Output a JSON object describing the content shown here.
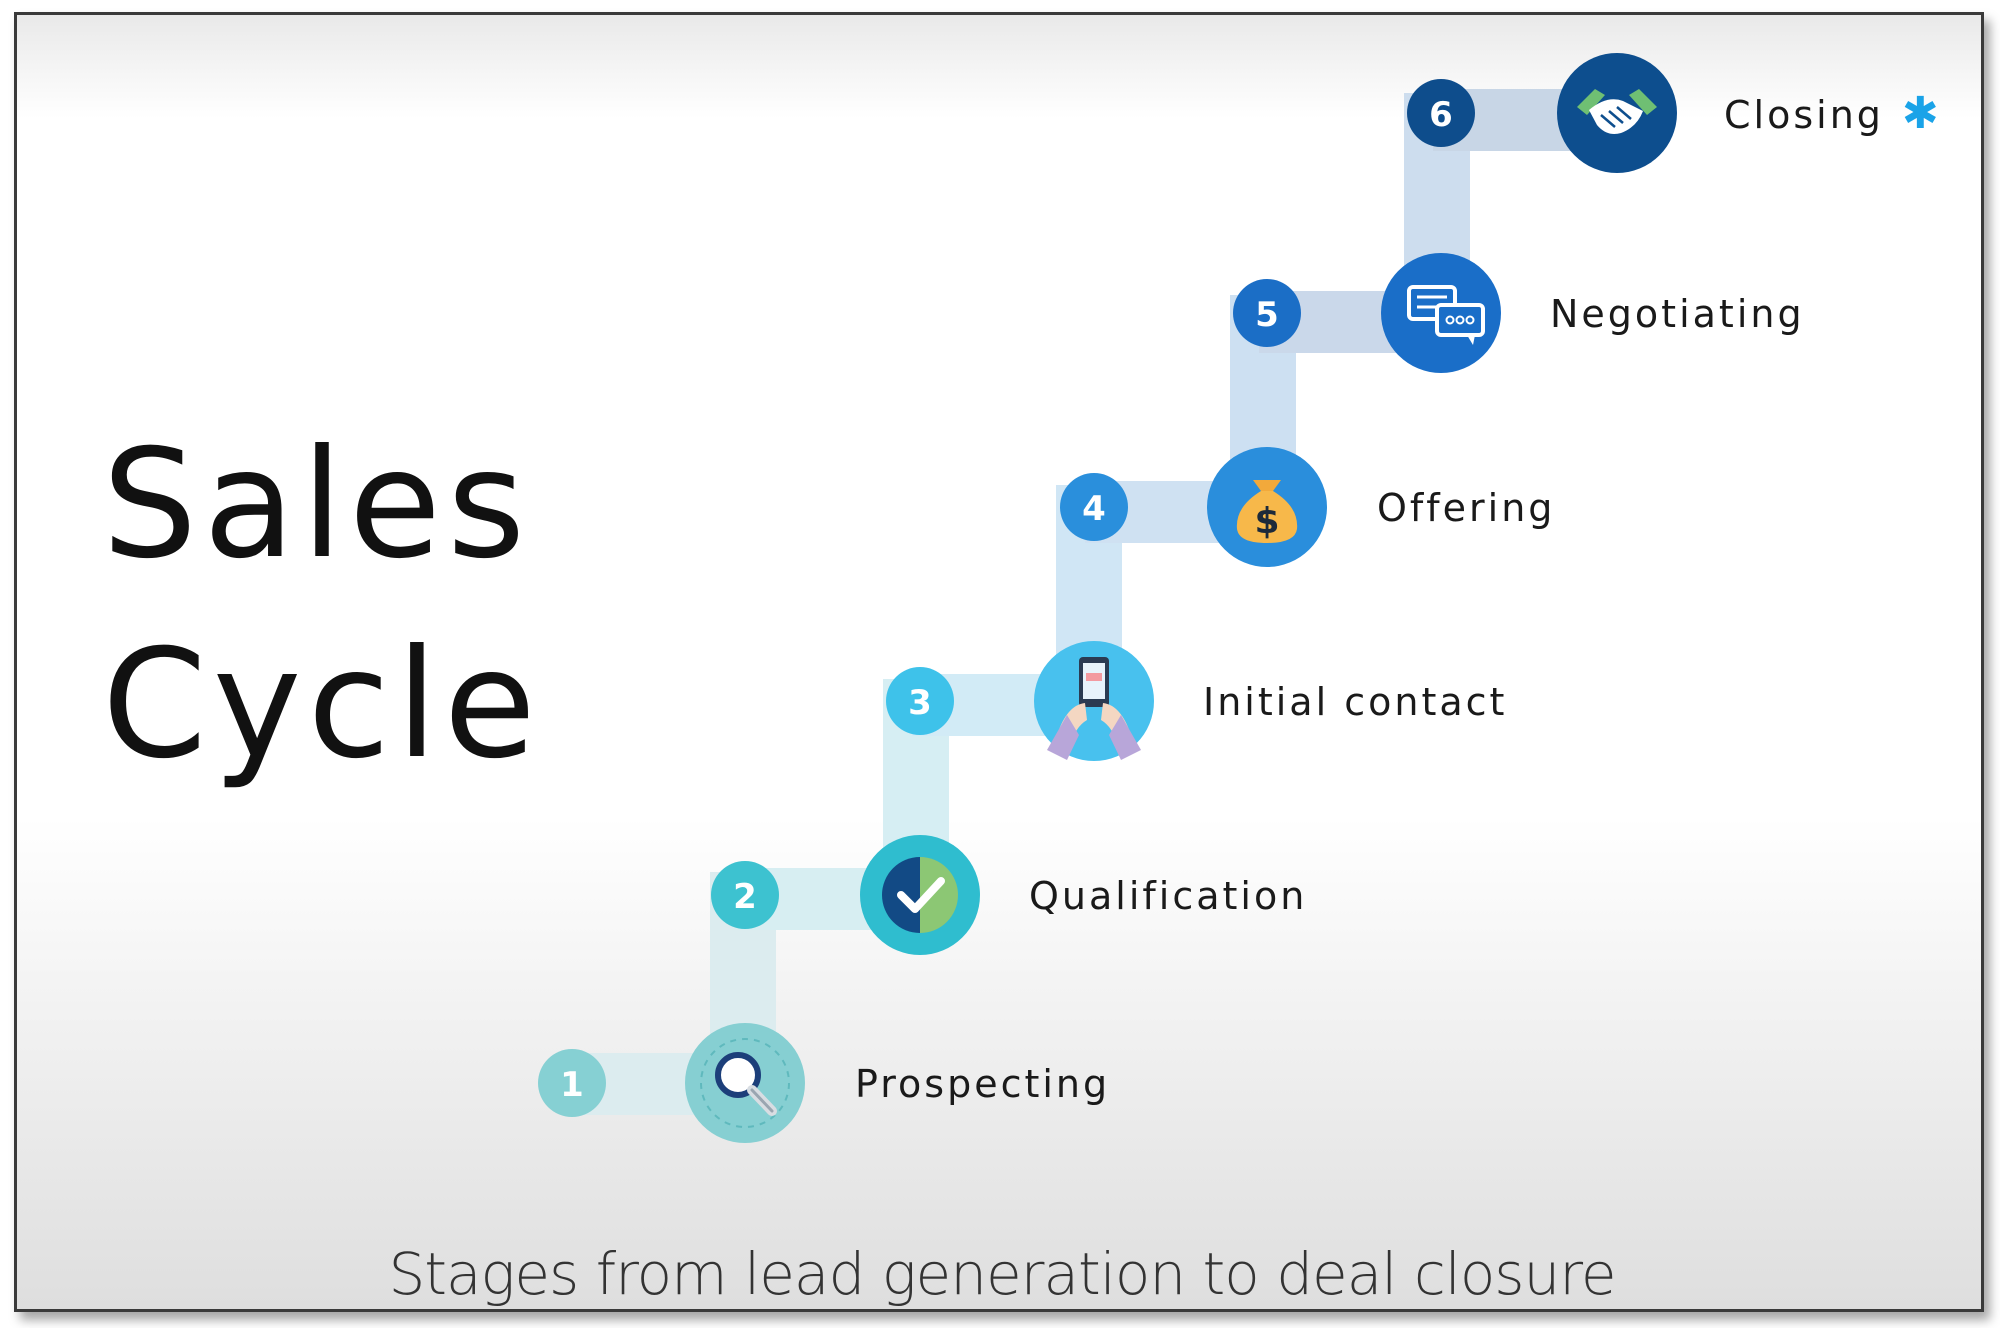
{
  "title": {
    "line1": "Sales",
    "line2": "Cycle"
  },
  "caption": "Stages from lead generation to deal closure",
  "stages": [
    {
      "number": "1",
      "label": "Prospecting",
      "icon": "magnifier-icon",
      "color": "#7ccdd0"
    },
    {
      "number": "2",
      "label": "Qualification",
      "icon": "checkmark-badge-icon",
      "color": "#3dc3d1"
    },
    {
      "number": "3",
      "label": "Initial contact",
      "icon": "phone-hands-icon",
      "color": "#49c3ee"
    },
    {
      "number": "4",
      "label": "Offering",
      "icon": "money-bag-icon",
      "color": "#2a8fde"
    },
    {
      "number": "5",
      "label": "Negotiating",
      "icon": "chat-bubbles-icon",
      "color": "#1a6fc9"
    },
    {
      "number": "6",
      "label": "Closing",
      "icon": "handshake-icon",
      "color": "#0d4f8f"
    }
  ],
  "closing_marker": "✱"
}
